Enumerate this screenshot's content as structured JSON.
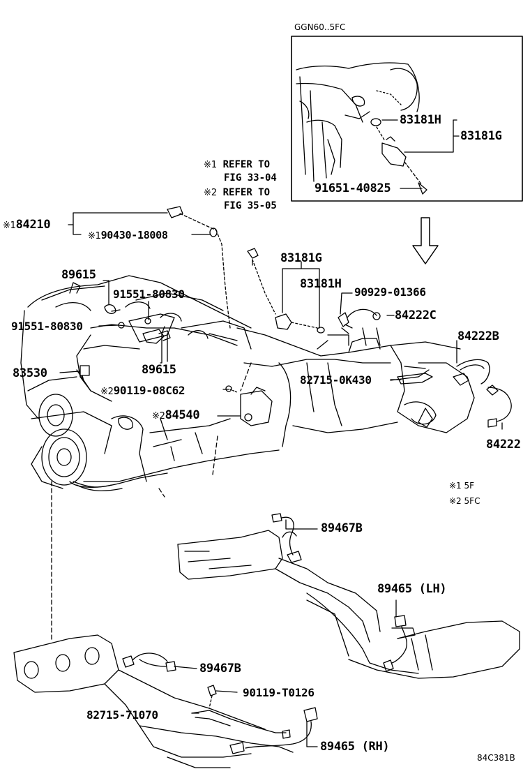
{
  "inset": {
    "title": "GGN60..5FC"
  },
  "refs": [
    {
      "mark": "※1",
      "line1": "REFER TO",
      "line2": "FIG 33-04"
    },
    {
      "mark": "※2",
      "line1": "REFER TO",
      "line2": "FIG 35-05"
    }
  ],
  "parts": {
    "p83181H_inset": "83181H",
    "p83181G_inset": "83181G",
    "p91651": "91651-40825",
    "m84210": "※1",
    "p84210": "84210",
    "m90430": "※1",
    "p90430": "90430-18008",
    "p89615_top": "89615",
    "p91551_right": "91551-80830",
    "p91551_left": "91551-80830",
    "p89615_bottom": "89615",
    "p83530": "83530",
    "m90119": "※2",
    "p90119_08C62": "90119-08C62",
    "m84540": "※2",
    "p84540": "84540",
    "p83181G": "83181G",
    "p83181H": "83181H",
    "p90929": "90929-01366",
    "p84222C": "84222C",
    "p84222B": "84222B",
    "p82715_0K430": "82715-0K430",
    "p84222": "84222",
    "p89467B_upper": "89467B",
    "p89465LH": "89465 (LH)",
    "p89467B_lower": "89467B",
    "p90119_T0126": "90119-T0126",
    "p82715_71070": "82715-71070",
    "p89465RH": "89465 (RH)"
  },
  "notes": [
    {
      "mark": "※1",
      "text": "5F"
    },
    {
      "mark": "※2",
      "text": "5FC"
    }
  ],
  "code": "84C381B"
}
